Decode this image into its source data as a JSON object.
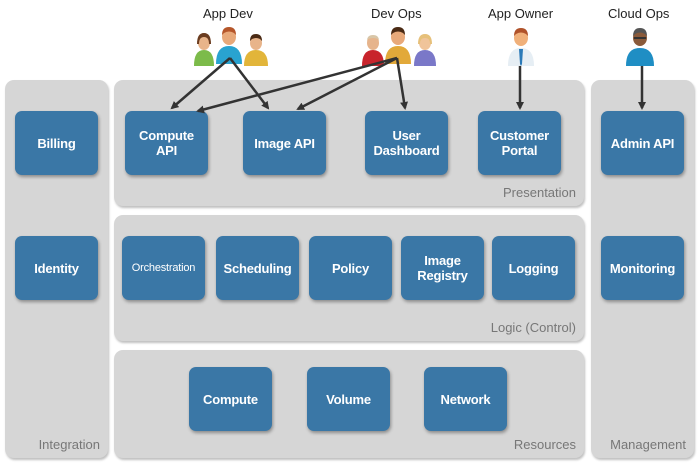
{
  "personas": [
    {
      "id": "app-dev",
      "label": "App Dev"
    },
    {
      "id": "dev-ops",
      "label": "Dev Ops"
    },
    {
      "id": "app-owner",
      "label": "App Owner"
    },
    {
      "id": "cloud-ops",
      "label": "Cloud Ops"
    }
  ],
  "panels": {
    "integration": {
      "label": "Integration",
      "items": [
        "Billing",
        "Identity"
      ]
    },
    "presentation": {
      "label": "Presentation",
      "items": [
        "Compute\nAPI",
        "Image API",
        "User\nDashboard",
        "Customer\nPortal"
      ]
    },
    "logic": {
      "label": "Logic (Control)",
      "items": [
        "Orchestration",
        "Scheduling",
        "Policy",
        "Image\nRegistry",
        "Logging"
      ]
    },
    "resources": {
      "label": "Resources",
      "items": [
        "Compute",
        "Volume",
        "Network"
      ]
    },
    "management": {
      "label": "Management",
      "items": [
        "Admin API",
        "Monitoring"
      ]
    }
  },
  "connections": [
    {
      "from": "App Dev",
      "to": "Compute API"
    },
    {
      "from": "App Dev",
      "to": "Image API"
    },
    {
      "from": "Dev Ops",
      "to": "Compute API"
    },
    {
      "from": "Dev Ops",
      "to": "Image API"
    },
    {
      "from": "Dev Ops",
      "to": "User Dashboard"
    },
    {
      "from": "App Owner",
      "to": "Customer Portal"
    },
    {
      "from": "Cloud Ops",
      "to": "Admin API"
    }
  ],
  "colors": {
    "box": "#3a77a6",
    "panel": "#d6d6d6",
    "arrow": "#333333"
  }
}
